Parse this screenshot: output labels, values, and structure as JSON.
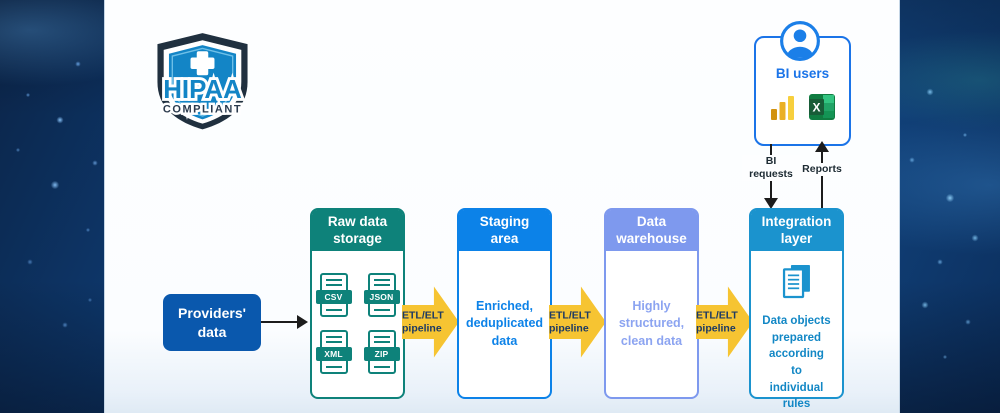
{
  "logo": {
    "title": "HIPAA",
    "subtitle": "COMPLIANT"
  },
  "bi_users": {
    "label": "BI users",
    "icons": [
      "user-icon",
      "powerbi-icon",
      "excel-icon"
    ],
    "accent": "#1B74E8"
  },
  "flows": {
    "bi_requests": "BI\nrequests",
    "reports": "Reports"
  },
  "source_box": {
    "label": "Providers'\ndata",
    "color": "#0A58AD"
  },
  "pipeline_label": "ETL/ELT\npipeline",
  "pipeline_color": "#F6C432",
  "stages": [
    {
      "title": "Raw data\nstorage",
      "accent": "#0E827A",
      "files": [
        "CSV",
        "JSON",
        "XML",
        "ZIP"
      ]
    },
    {
      "title": "Staging\narea",
      "accent": "#0C82E8",
      "body": "Enriched,\ndeduplicated\ndata"
    },
    {
      "title": "Data\nwarehouse",
      "accent": "#7E99EE",
      "body": "Highly\nstructured,\nclean data"
    },
    {
      "title": "Integration\nlayer",
      "accent": "#1B93CE",
      "body": "Data objects\nprepared\naccording\nto\nindividual\nrules"
    }
  ]
}
